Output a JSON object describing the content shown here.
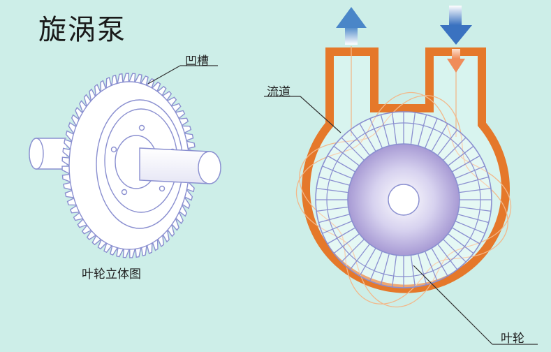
{
  "title": "旋涡泵",
  "labels": {
    "groove": "凹槽",
    "impeller_3d": "叶轮立体图",
    "channel": "流道",
    "impeller": "叶轮"
  },
  "colors": {
    "background": "#cdeee8",
    "casing": "#e5782a",
    "blade_line": "#8a8fd0",
    "hub_light": "#ffffff",
    "hub_dark": "#a79ad4",
    "flow_line": "#f2b88a",
    "arrow_out": "#4a86c8",
    "arrow_in": "#3a72c0",
    "arrow_inner": "#f08c5a"
  },
  "icons": {
    "outlet_arrow": "arrow-up-icon",
    "inlet_arrow": "arrow-down-icon",
    "inner_flow_arrow": "arrow-down-icon"
  }
}
